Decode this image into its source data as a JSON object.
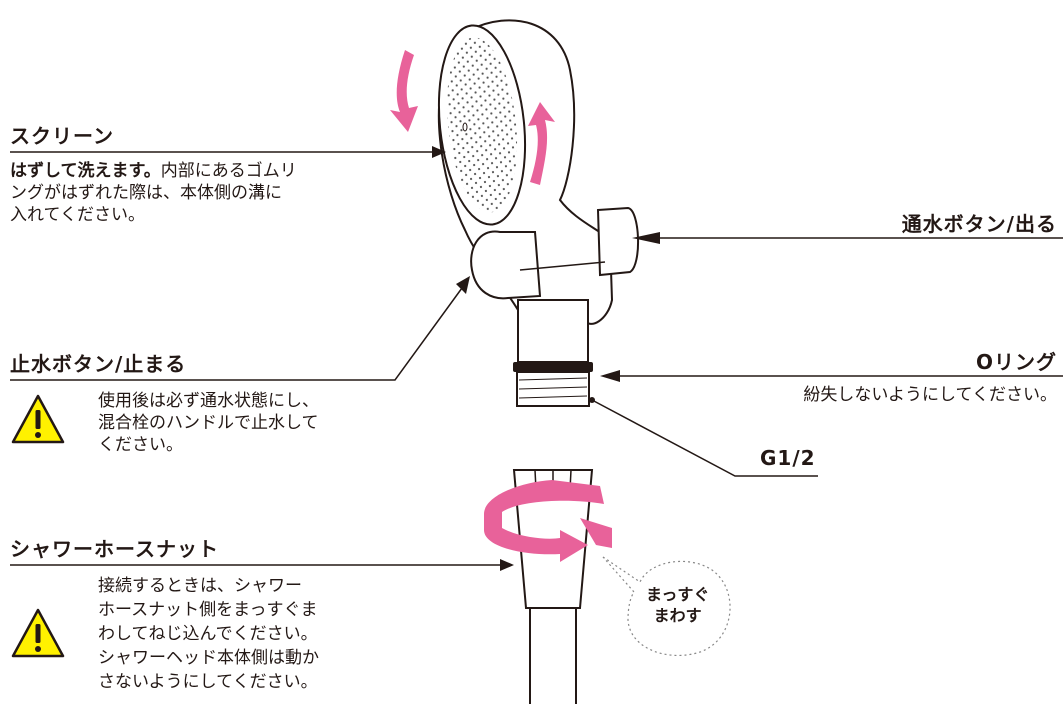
{
  "screen": {
    "title": "スクリーン",
    "desc_bold": "はずして洗えます。",
    "desc_lines": [
      "内部にあるゴムリ",
      "ングがはずれた際は、本体側の溝に",
      "入れてください。"
    ]
  },
  "through_button": {
    "title": "通水ボタン/出る"
  },
  "stop_button": {
    "title": "止水ボタン/止まる",
    "lines": [
      "使用後は必ず通水状態にし、",
      "混合栓のハンドルで止水して",
      "ください。"
    ]
  },
  "o_ring": {
    "title": "Oリング",
    "desc": "紛失しないようにしてください。"
  },
  "thread": {
    "label": "G1/2"
  },
  "hose_nut": {
    "title": "シャワーホースナット",
    "lines": [
      "接続するときは、シャワー",
      "ホースナット側をまっすぐま",
      "わしてねじ込んでください。",
      "シャワーヘッド本体側は動か",
      "さないようにしてください。"
    ]
  },
  "bubble": {
    "lines": [
      "まっすぐ",
      "まわす"
    ]
  },
  "colors": {
    "arrow_pink": "#E8629A",
    "line": "#231815",
    "warn_yellow": "#FFF100"
  }
}
